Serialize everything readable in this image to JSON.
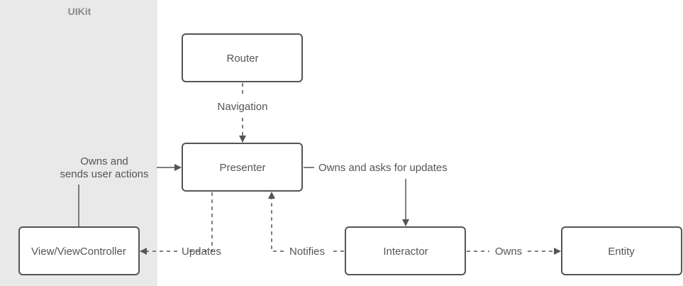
{
  "region": {
    "title": "UIKit",
    "fill": "#e9e9e9"
  },
  "nodes": {
    "router": "Router",
    "presenter": "Presenter",
    "view": "View/ViewController",
    "interactor": "Interactor",
    "entity": "Entity"
  },
  "edges": {
    "navigation": "Navigation",
    "owns_sends_line1": "Owns and",
    "owns_sends_line2": "sends user actions",
    "owns_asks": "Owns and asks for updates",
    "updates": "Updates",
    "notifies": "Notifies",
    "owns": "Owns"
  },
  "colors": {
    "stroke": "#555555",
    "text": "#555555",
    "node_fill": "#ffffff"
  }
}
